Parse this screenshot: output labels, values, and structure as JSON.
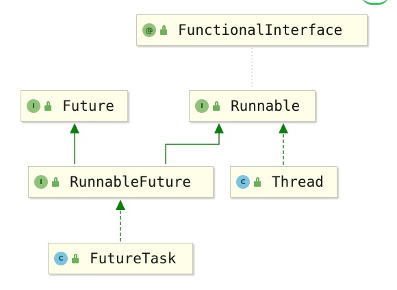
{
  "diagram": {
    "nodes": [
      {
        "id": "FunctionalInterface",
        "name": "FunctionalInterface",
        "kind": "annotation",
        "badge": "@"
      },
      {
        "id": "Future",
        "name": "Future",
        "kind": "interface",
        "badge": "I"
      },
      {
        "id": "Runnable",
        "name": "Runnable",
        "kind": "interface",
        "badge": "I"
      },
      {
        "id": "RunnableFuture",
        "name": "RunnableFuture",
        "kind": "interface",
        "badge": "I"
      },
      {
        "id": "Thread",
        "name": "Thread",
        "kind": "class",
        "badge": "C"
      },
      {
        "id": "FutureTask",
        "name": "FutureTask",
        "kind": "class",
        "badge": "C"
      }
    ],
    "edges": [
      {
        "from": "Runnable",
        "to": "FunctionalInterface",
        "type": "annotated-by",
        "style": "dotted"
      },
      {
        "from": "RunnableFuture",
        "to": "Future",
        "type": "extends",
        "style": "solid"
      },
      {
        "from": "RunnableFuture",
        "to": "Runnable",
        "type": "extends",
        "style": "solid"
      },
      {
        "from": "Thread",
        "to": "Runnable",
        "type": "implements",
        "style": "dashed"
      },
      {
        "from": "FutureTask",
        "to": "RunnableFuture",
        "type": "implements",
        "style": "dashed"
      }
    ],
    "colors": {
      "node_fill": "#fefee9",
      "node_border": "#c9c9b4",
      "edge": "#0c7f0c",
      "annotation_link": "#c8c0b0",
      "interface_badge": "#8fc27a",
      "class_badge": "#7cc4dd",
      "public_lock": "#6bb35a"
    }
  }
}
